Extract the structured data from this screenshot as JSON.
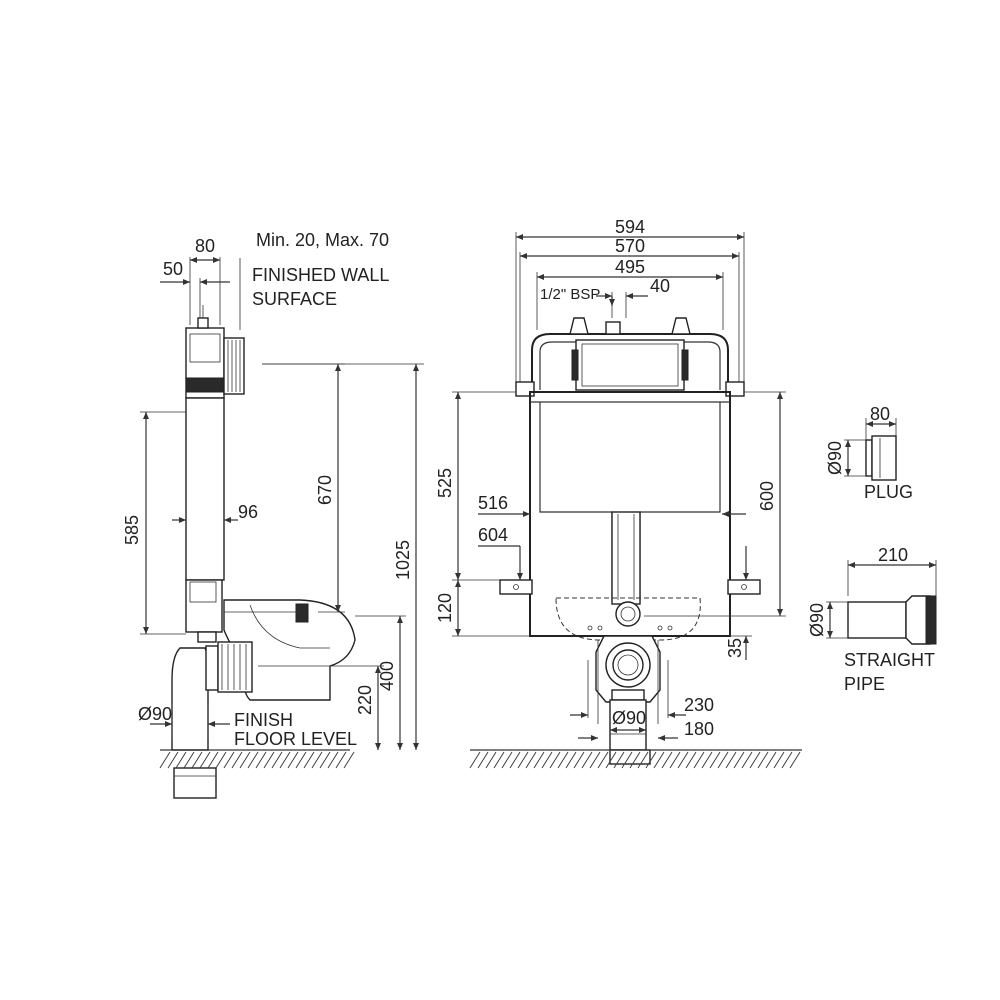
{
  "side_view": {
    "dim_80": "80",
    "dim_50": "50",
    "wall_range": "Min. 20, Max. 70",
    "finished_wall_line1": "FINISHED WALL",
    "finished_wall_line2": "SURFACE",
    "dim_585": "585",
    "dim_96": "96",
    "dim_670": "670",
    "dim_1025": "1025",
    "dim_400": "400",
    "dim_220": "220",
    "dim_dia90": "Ø90",
    "finish_floor_line1": "FINISH",
    "finish_floor_line2": "FLOOR LEVEL"
  },
  "front_view": {
    "dim_594": "594",
    "dim_570": "570",
    "dim_495": "495",
    "bsp_label": "1/2\" BSP",
    "dim_40": "40",
    "dim_525": "525",
    "dim_516": "516",
    "dim_604": "604",
    "dim_120": "120",
    "dim_600": "600",
    "dim_35": "35",
    "dim_230": "230",
    "dim_dia90": "Ø90",
    "dim_180": "180"
  },
  "accessories": {
    "plug_dim_80": "80",
    "plug_dia90": "Ø90",
    "plug_label": "PLUG",
    "pipe_dim_210": "210",
    "pipe_dia90": "Ø90",
    "pipe_label_line1": "STRAIGHT",
    "pipe_label_line2": "PIPE"
  }
}
